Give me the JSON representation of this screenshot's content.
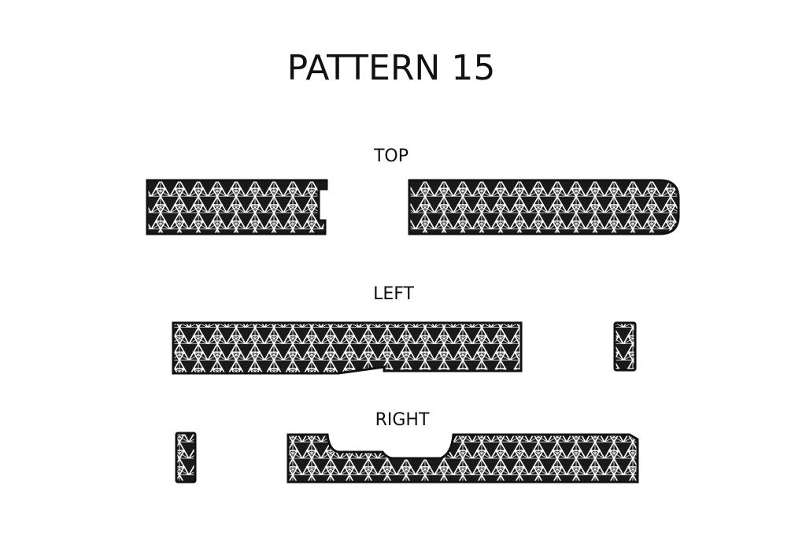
{
  "title": "PATTERN 15",
  "sections": [
    {
      "id": "top",
      "label": "TOP"
    },
    {
      "id": "left",
      "label": "LEFT"
    },
    {
      "id": "right",
      "label": "RIGHT"
    }
  ],
  "colors": {
    "outline": "#111111",
    "pattern_fill": "#1a1a1a",
    "pattern_line": "#ffffff",
    "background": "#ffffff"
  }
}
